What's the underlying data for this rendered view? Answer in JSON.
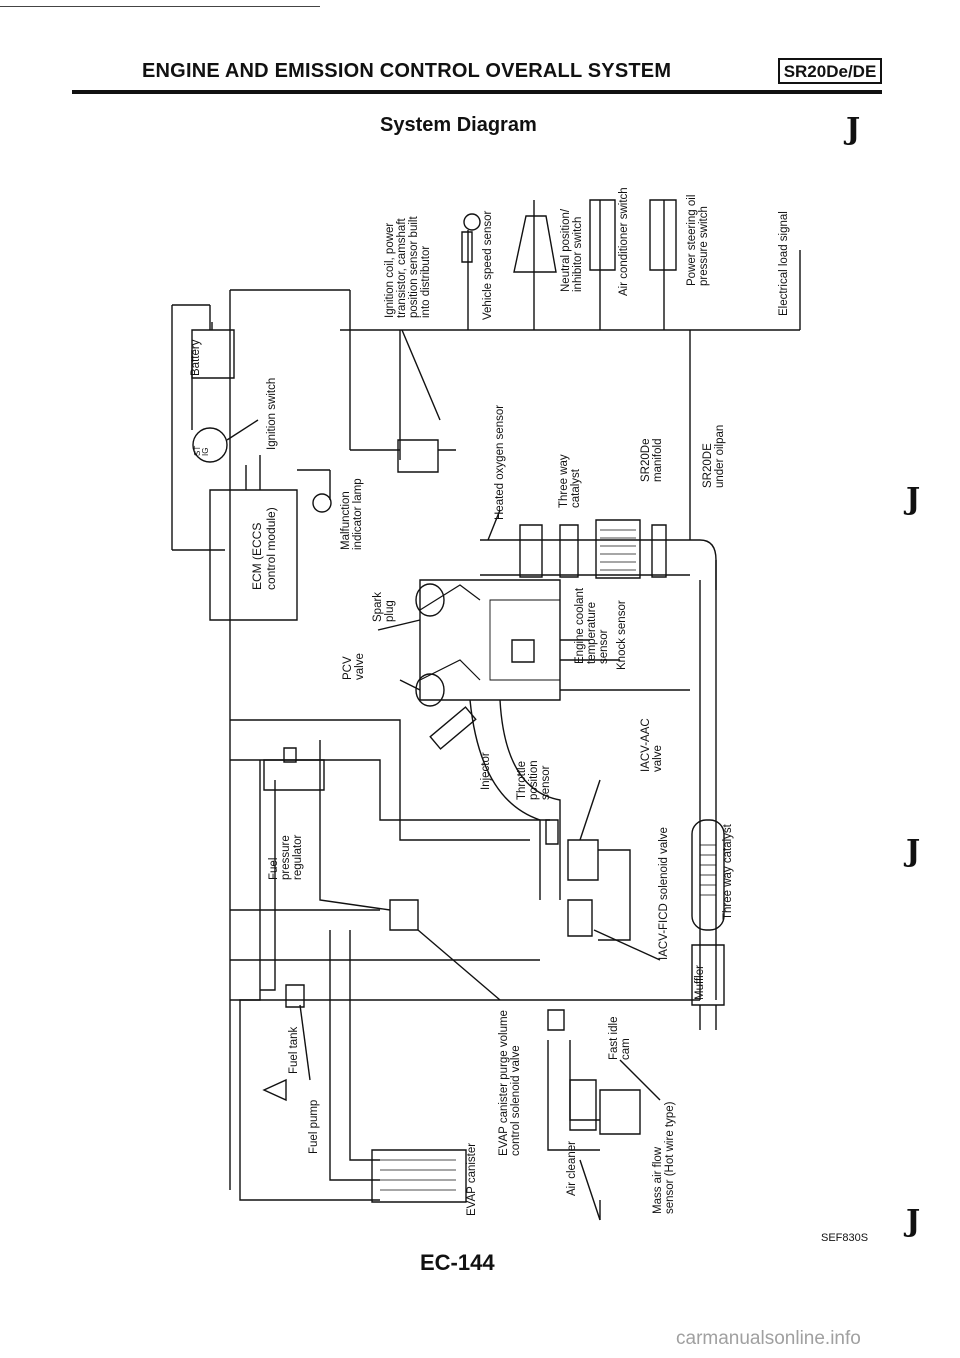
{
  "header": {
    "title": "ENGINE AND EMISSION CONTROL OVERALL SYSTEM",
    "engine_badge": "SR20De/DE"
  },
  "diagram_title": "System Diagram",
  "components": {
    "battery": "Battery",
    "ignition_switch": "Ignition switch",
    "ignition_switch_positions": "ST\nIG",
    "ecm": "ECM (ECCS\ncontrol module)",
    "malfunction_indicator_lamp": "Malfunction\nindicator lamp",
    "ignition_coil": "Ignition coil, power\ntransistor, camshaft\nposition sensor built\ninto distributor",
    "vehicle_speed_sensor": "Vehicle speed sensor",
    "neutral_position_switch": "Neutral position/\ninhibitor switch",
    "air_conditioner_switch": "Air conditioner switch",
    "power_steering_switch": "Power steering oil\npressure switch",
    "electrical_load_signal": "Electrical load signal",
    "heated_oxygen_sensor": "Heated oxygen sensor",
    "three_way_catalyst": "Three way\ncatalyst",
    "sr20de_manifold": "SR20De\nmanifold",
    "sr20de_oilpan": "SR20DE\nunder oilpan",
    "spark_plug": "Spark\nplug",
    "pcv_valve": "PCV\nvalve",
    "engine_coolant_sensor": "Engine coolant\ntemperature\nsensor",
    "knock_sensor": "Knock sensor",
    "injector": "Injector",
    "throttle_position_sensor": "Throttle\nposition\nsensor",
    "iacv_aac_valve": "IACV-AAC\nvalve",
    "fuel_pressure_regulator": "Fuel\npressure\nregulator",
    "iacv_ficd_valve": "IACV-FICD solenoid valve",
    "three_way_catalyst_under": "Three way catalyst",
    "muffler": "Muffler",
    "fast_idle_cam": "Fast idle\ncam",
    "evap_purge_valve": "EVAP canister purge volume\ncontrol solenoid valve",
    "fuel_tank": "Fuel tank",
    "fuel_pump": "Fuel pump",
    "evap_canister": "EVAP canister",
    "air_cleaner": "Air cleaner",
    "mass_air_flow_sensor": "Mass air flow\nsensor (Hot wire type)"
  },
  "reference_code": "SEF830S",
  "page_number": "EC-144",
  "watermark": "carmanualsonline.info"
}
